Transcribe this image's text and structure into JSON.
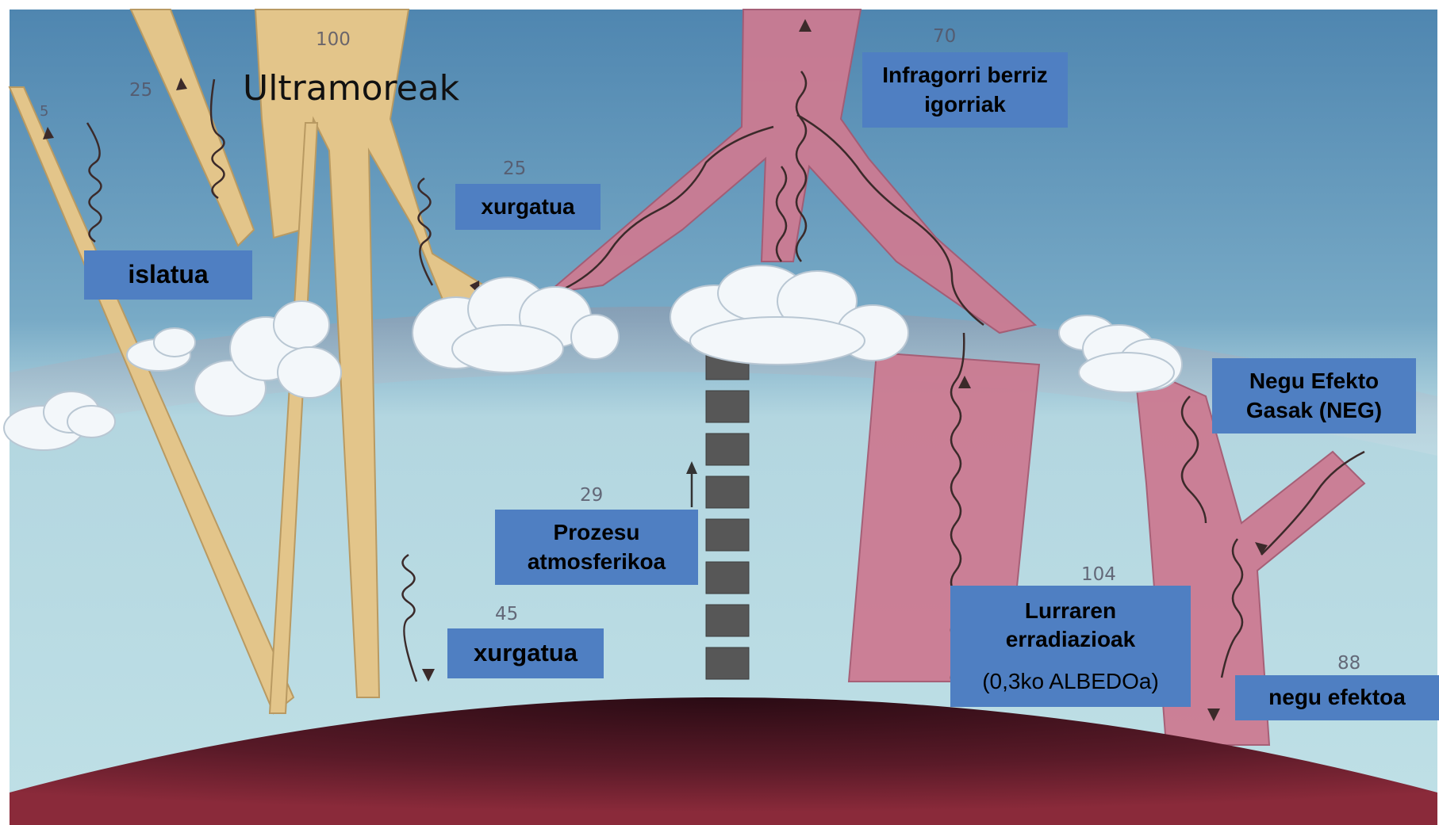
{
  "labels": {
    "ultraviolet": "Ultramoreak",
    "reflected": "islatua",
    "absorbed_atmosphere": "xurgatua",
    "absorbed_ground": "xurgatua",
    "reemitted_ir_line1": "Infragorri berriz",
    "reemitted_ir_line2": "igorriak",
    "atmospheric_process_line1": "Prozesu",
    "atmospheric_process_line2": "atmosferikoa",
    "ghg_line1": "Negu Efekto",
    "ghg_line2": "Gasak (NEG)",
    "earth_radiation_line1": "Lurraren",
    "earth_radiation_line2": "erradiazioak",
    "earth_radiation_line3": "(0,3ko ALBEDOa)",
    "greenhouse_effect": "negu efektoa"
  },
  "values": {
    "v100": "100",
    "v25a": "25",
    "v5": "5",
    "v25b": "25",
    "v70": "70",
    "v29": "29",
    "v45": "45",
    "v104": "104",
    "v88": "88"
  },
  "colors": {
    "sky_top": "#4f86b0",
    "sky_bottom": "#b6dde6",
    "solar_band": "#e3c58a",
    "infrared_band": "#cc7b92",
    "earth": "#5a1a28",
    "label_box": "#4f7fc2"
  }
}
